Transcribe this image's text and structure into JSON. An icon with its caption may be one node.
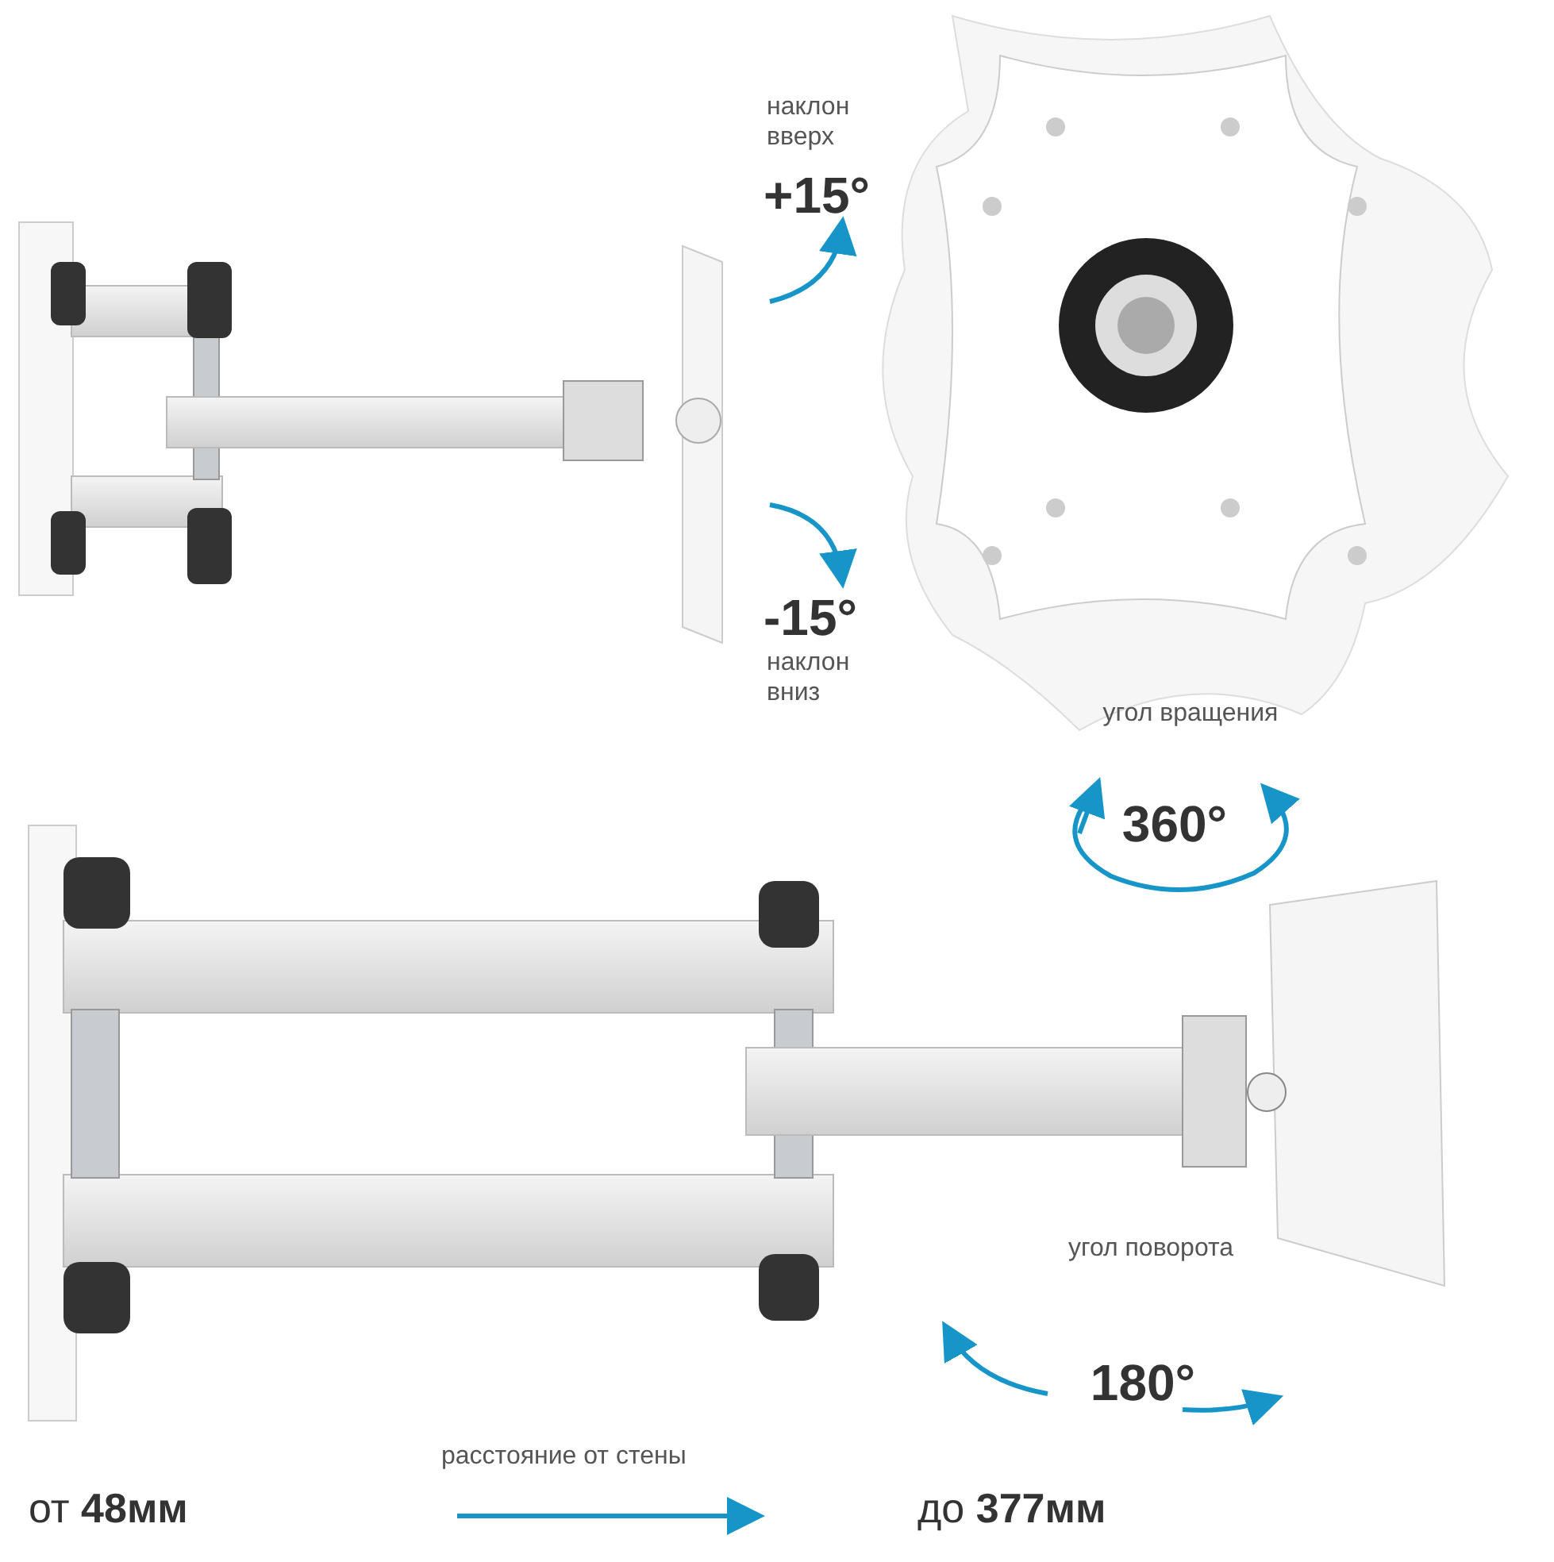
{
  "diagram": {
    "labels": [
      "наклон вверх",
      "+15°",
      "-15°",
      "наклон вниз",
      "угол вращения",
      "360°",
      "угол поворота",
      "180°",
      "от **48мм**",
      "расстояние от стены",
      "до **377мм**"
    ]
  }
}
